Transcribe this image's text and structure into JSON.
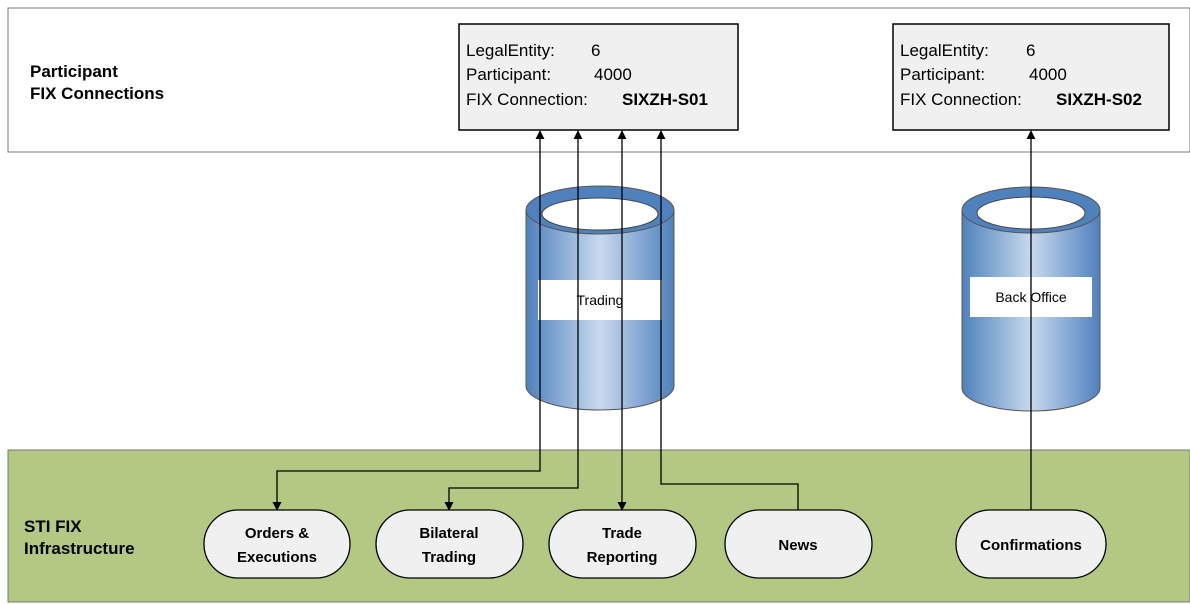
{
  "participant_band": {
    "title_line1": "Participant",
    "title_line2": "FIX Connections",
    "fill": "#ffffff"
  },
  "infrastructure_band": {
    "title_line1": "STI FIX",
    "title_line2": "Infrastructure",
    "fill": "#b3c882"
  },
  "connection_boxes": [
    {
      "legal_entity_label": "LegalEntity:",
      "legal_entity_value": "6",
      "participant_label": "Participant:",
      "participant_value": "4000",
      "fix_label": "FIX Connection:",
      "fix_value": "SIXZH-S01"
    },
    {
      "legal_entity_label": "LegalEntity:",
      "legal_entity_value": "6",
      "participant_label": "Participant:",
      "participant_value": "4000",
      "fix_label": "FIX Connection:",
      "fix_value": "SIXZH-S02"
    }
  ],
  "channels": [
    {
      "label": "Trading"
    },
    {
      "label": "Back Office"
    }
  ],
  "services": [
    {
      "line1": "Orders &",
      "line2": "Executions"
    },
    {
      "line1": "Bilateral",
      "line2": "Trading"
    },
    {
      "line1": "Trade",
      "line2": "Reporting"
    },
    {
      "line1": "News",
      "line2": ""
    },
    {
      "line1": "Confirmations",
      "line2": ""
    }
  ],
  "colors": {
    "box_fill": "#f0f0f0",
    "node_fill": "#f0f0f0",
    "cylinder_dark": "#4f81bd",
    "cylinder_light": "#c9d9ee",
    "line": "#000000"
  }
}
